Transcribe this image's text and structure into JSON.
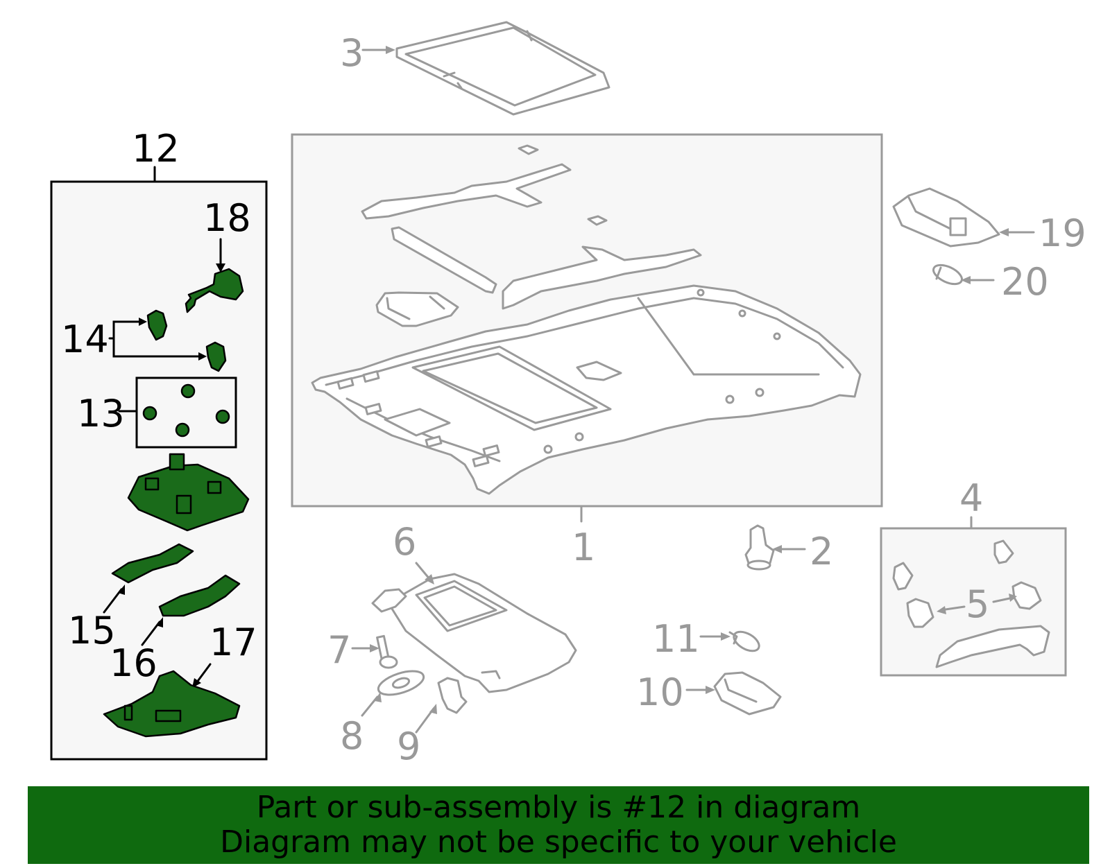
{
  "colors": {
    "highlight_part": "#1a6b1a",
    "banner_background": "#0f6a0f",
    "banner_text": "#000000",
    "line_gray": "#9a9a9a",
    "box_fill": "#f7f7f7"
  },
  "diagram": {
    "highlighted_callout": "12",
    "callouts": {
      "c1": "1",
      "c2": "2",
      "c3": "3",
      "c4": "4",
      "c5": "5",
      "c6": "6",
      "c7": "7",
      "c8": "8",
      "c9": "9",
      "c10": "10",
      "c11": "11",
      "c12": "12",
      "c13": "13",
      "c14": "14",
      "c15": "15",
      "c16": "16",
      "c17": "17",
      "c18": "18",
      "c19": "19",
      "c20": "20"
    }
  },
  "banner": {
    "line1": "Part or sub-assembly is #12 in diagram",
    "line2": "Diagram may not be specific to your vehicle"
  }
}
